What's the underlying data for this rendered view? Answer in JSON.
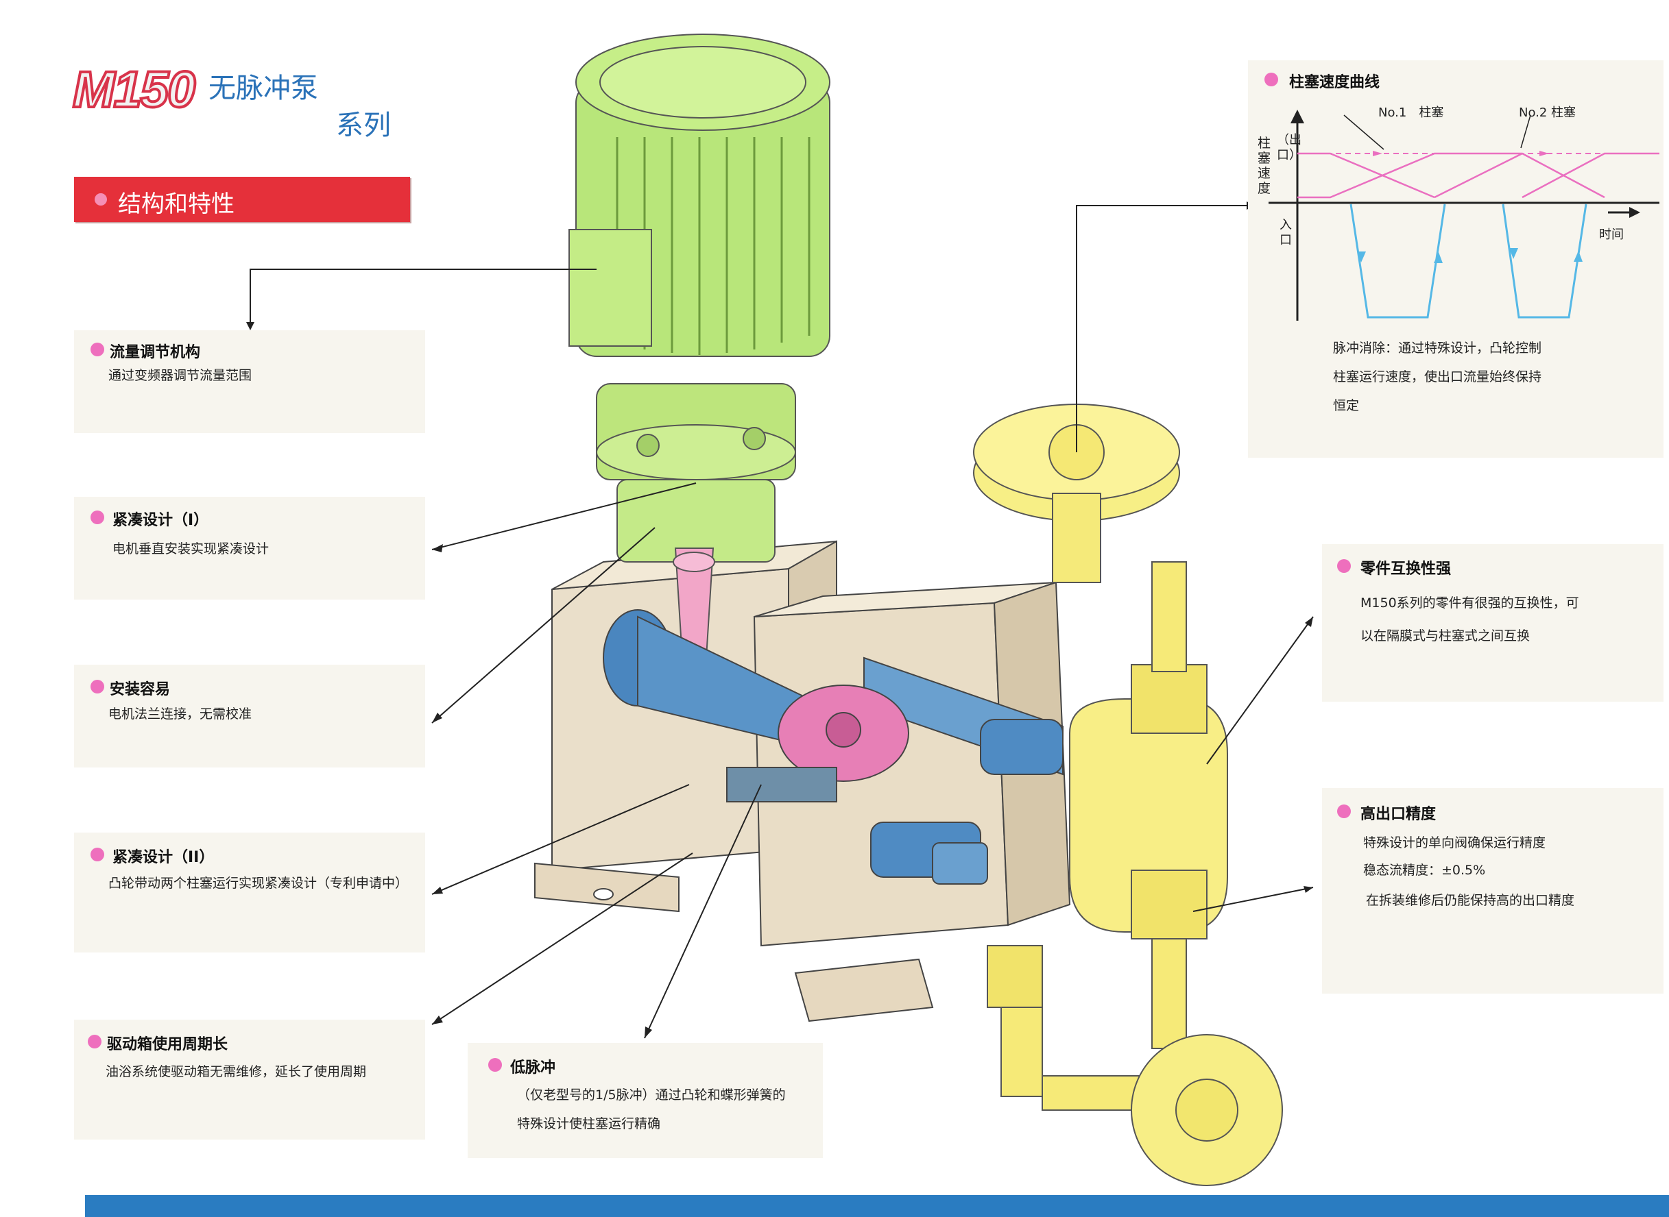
{
  "header": {
    "logo": "M150",
    "title": "无脉冲泵",
    "subtitle": "系列"
  },
  "section": {
    "label": "结构和特性"
  },
  "features": [
    {
      "title": "流量调节机构",
      "desc": [
        "通过变频器调节流量范围"
      ]
    },
    {
      "title": "紧凑设计（I）",
      "desc": [
        "电机垂直安装实现紧凑设计"
      ]
    },
    {
      "title": "安装容易",
      "desc": [
        "电机法兰连接，无需校准"
      ]
    },
    {
      "title": "紧凑设计（II）",
      "desc": [
        "凸轮带动两个柱塞运行实现紧凑设计（专利申请中）"
      ]
    },
    {
      "title": "驱动箱使用周期长",
      "desc": [
        "油浴系统使驱动箱无需维修，延长了使用周期"
      ]
    },
    {
      "title": "低脉冲",
      "desc": [
        "（仅老型号的1/5脉冲）通过凸轮和蝶形弹簧的",
        "特殊设计使柱塞运行精确"
      ]
    },
    {
      "title": "零件互换性强",
      "desc": [
        "M150系列的零件有很强的互换性，可",
        "以在隔膜式与柱塞式之间互换"
      ]
    },
    {
      "title": "高出口精度",
      "desc": [
        "特殊设计的单向阀确保运行精度",
        "稳态流精度：±0.5%",
        "在拆装维修后仍能保持高的出口精度"
      ]
    }
  ],
  "curve_panel": {
    "title": "柱塞速度曲线",
    "label_no1": "No.1　柱塞",
    "label_no2": "No.2 柱塞",
    "y_axis_label": "柱塞速度",
    "outlet_label": "（出口）",
    "inlet_label": "入口",
    "time_label": "时间",
    "desc": [
      "脉冲消除：通过特殊设计，凸轮控制",
      "柱塞运行速度，使出口流量始终保持",
      "恒定"
    ]
  },
  "colors": {
    "accent_red": "#e5303a",
    "title_blue": "#2a72b8",
    "bullet_pink": "#ee6fbd",
    "curve_pink": "#ea6fc0",
    "curve_blue": "#55b8e6",
    "footer_blue": "#2a7cc1"
  }
}
